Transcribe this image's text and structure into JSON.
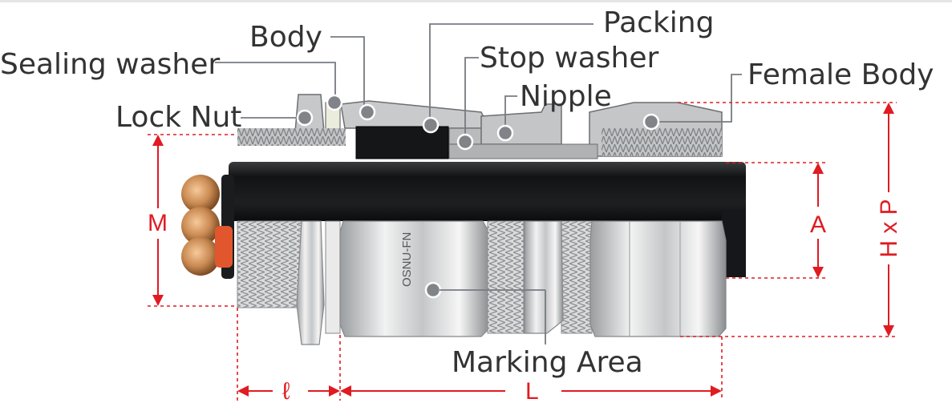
{
  "labels": {
    "body": "Body",
    "sealing_washer": "Sealing washer",
    "lock_nut": "Lock Nut",
    "packing": "Packing",
    "stop_washer": "Stop washer",
    "nipple": "Nipple",
    "female_body": "Female Body",
    "marking_area": "Marking Area",
    "marking_text": "OSNU-FN"
  },
  "dimensions": {
    "m": "M",
    "a": "A",
    "hxp": "H x P",
    "l_small": "ℓ",
    "l_large": "L"
  },
  "colors": {
    "dimension": "#e01b22",
    "leader": "#777b80",
    "label_text": "#333333"
  }
}
